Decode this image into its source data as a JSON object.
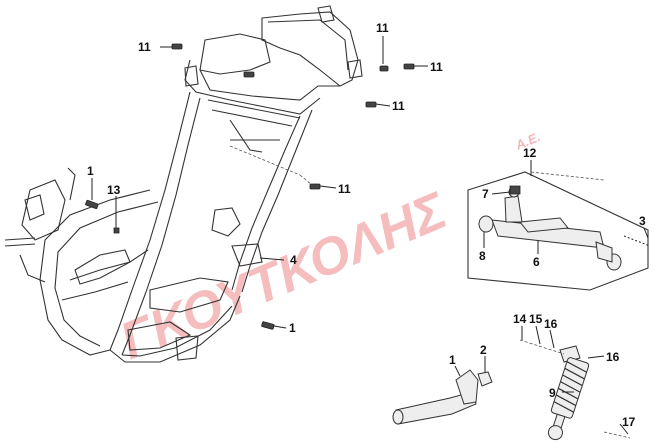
{
  "watermark": {
    "text": "ΓΚΟΥΤΚΟΛΗΣ",
    "suffix": "Α.Ε."
  },
  "callouts": {
    "c11a": "11",
    "c11b": "11",
    "c11c": "11",
    "c11d": "11",
    "c11e": "11",
    "c1a": "1",
    "c13": "13",
    "c4": "4",
    "c1b": "1",
    "c12": "12",
    "c7": "7",
    "c3": "3",
    "c8": "8",
    "c6": "6",
    "c14": "14",
    "c15": "15",
    "c16a": "16",
    "c16b": "16",
    "c1c": "1",
    "c2": "2",
    "c9": "9",
    "c17": "17"
  },
  "icons": {
    "main_frame": "scooter-main-frame",
    "bracket_assembly": "engine-hanger-bracket",
    "shock_absorber": "rear-shock-absorber",
    "bolt": "bolt"
  }
}
